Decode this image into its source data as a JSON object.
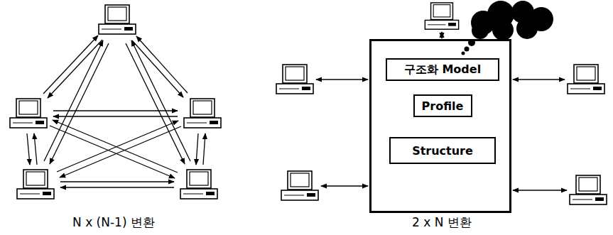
{
  "diagram": {
    "nodes": [
      {
        "text": []
      },
      {
        "text": [
          "구조화 Model"
        ],
        "in": 0
      },
      {
        "text": [
          "Profile"
        ],
        "in": 0
      },
      {
        "text": [
          "Structure"
        ],
        "in": 0
      }
    ],
    "labels": [
      "N x (N-1) 변환",
      "2 x N 변환"
    ]
  }
}
